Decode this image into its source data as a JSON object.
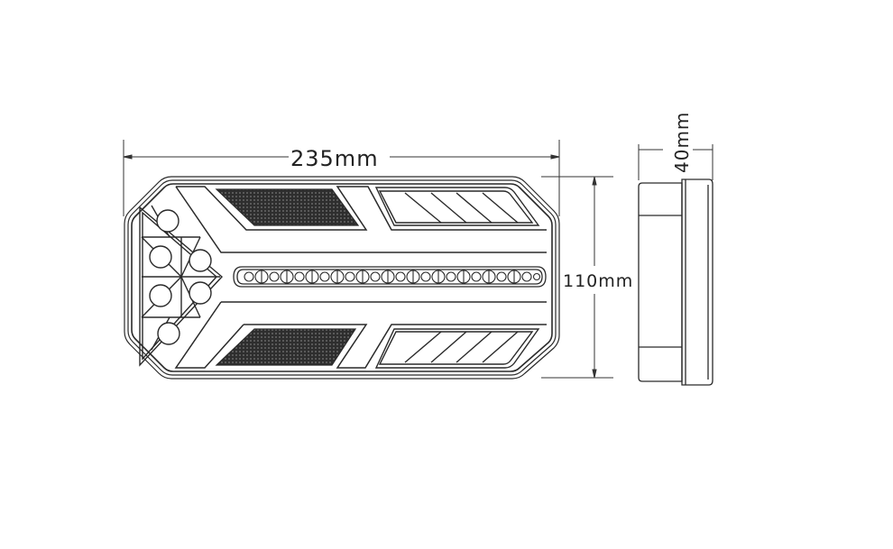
{
  "drawing": {
    "subject": "LED tail light technical drawing",
    "front_view": {
      "width_label": "235mm",
      "height_label": "110mm"
    },
    "side_view": {
      "depth_label": "40mm"
    },
    "colors": {
      "line": "#2a2a2a",
      "fill_dark": "#3a3a3a",
      "background": "#ffffff"
    }
  }
}
